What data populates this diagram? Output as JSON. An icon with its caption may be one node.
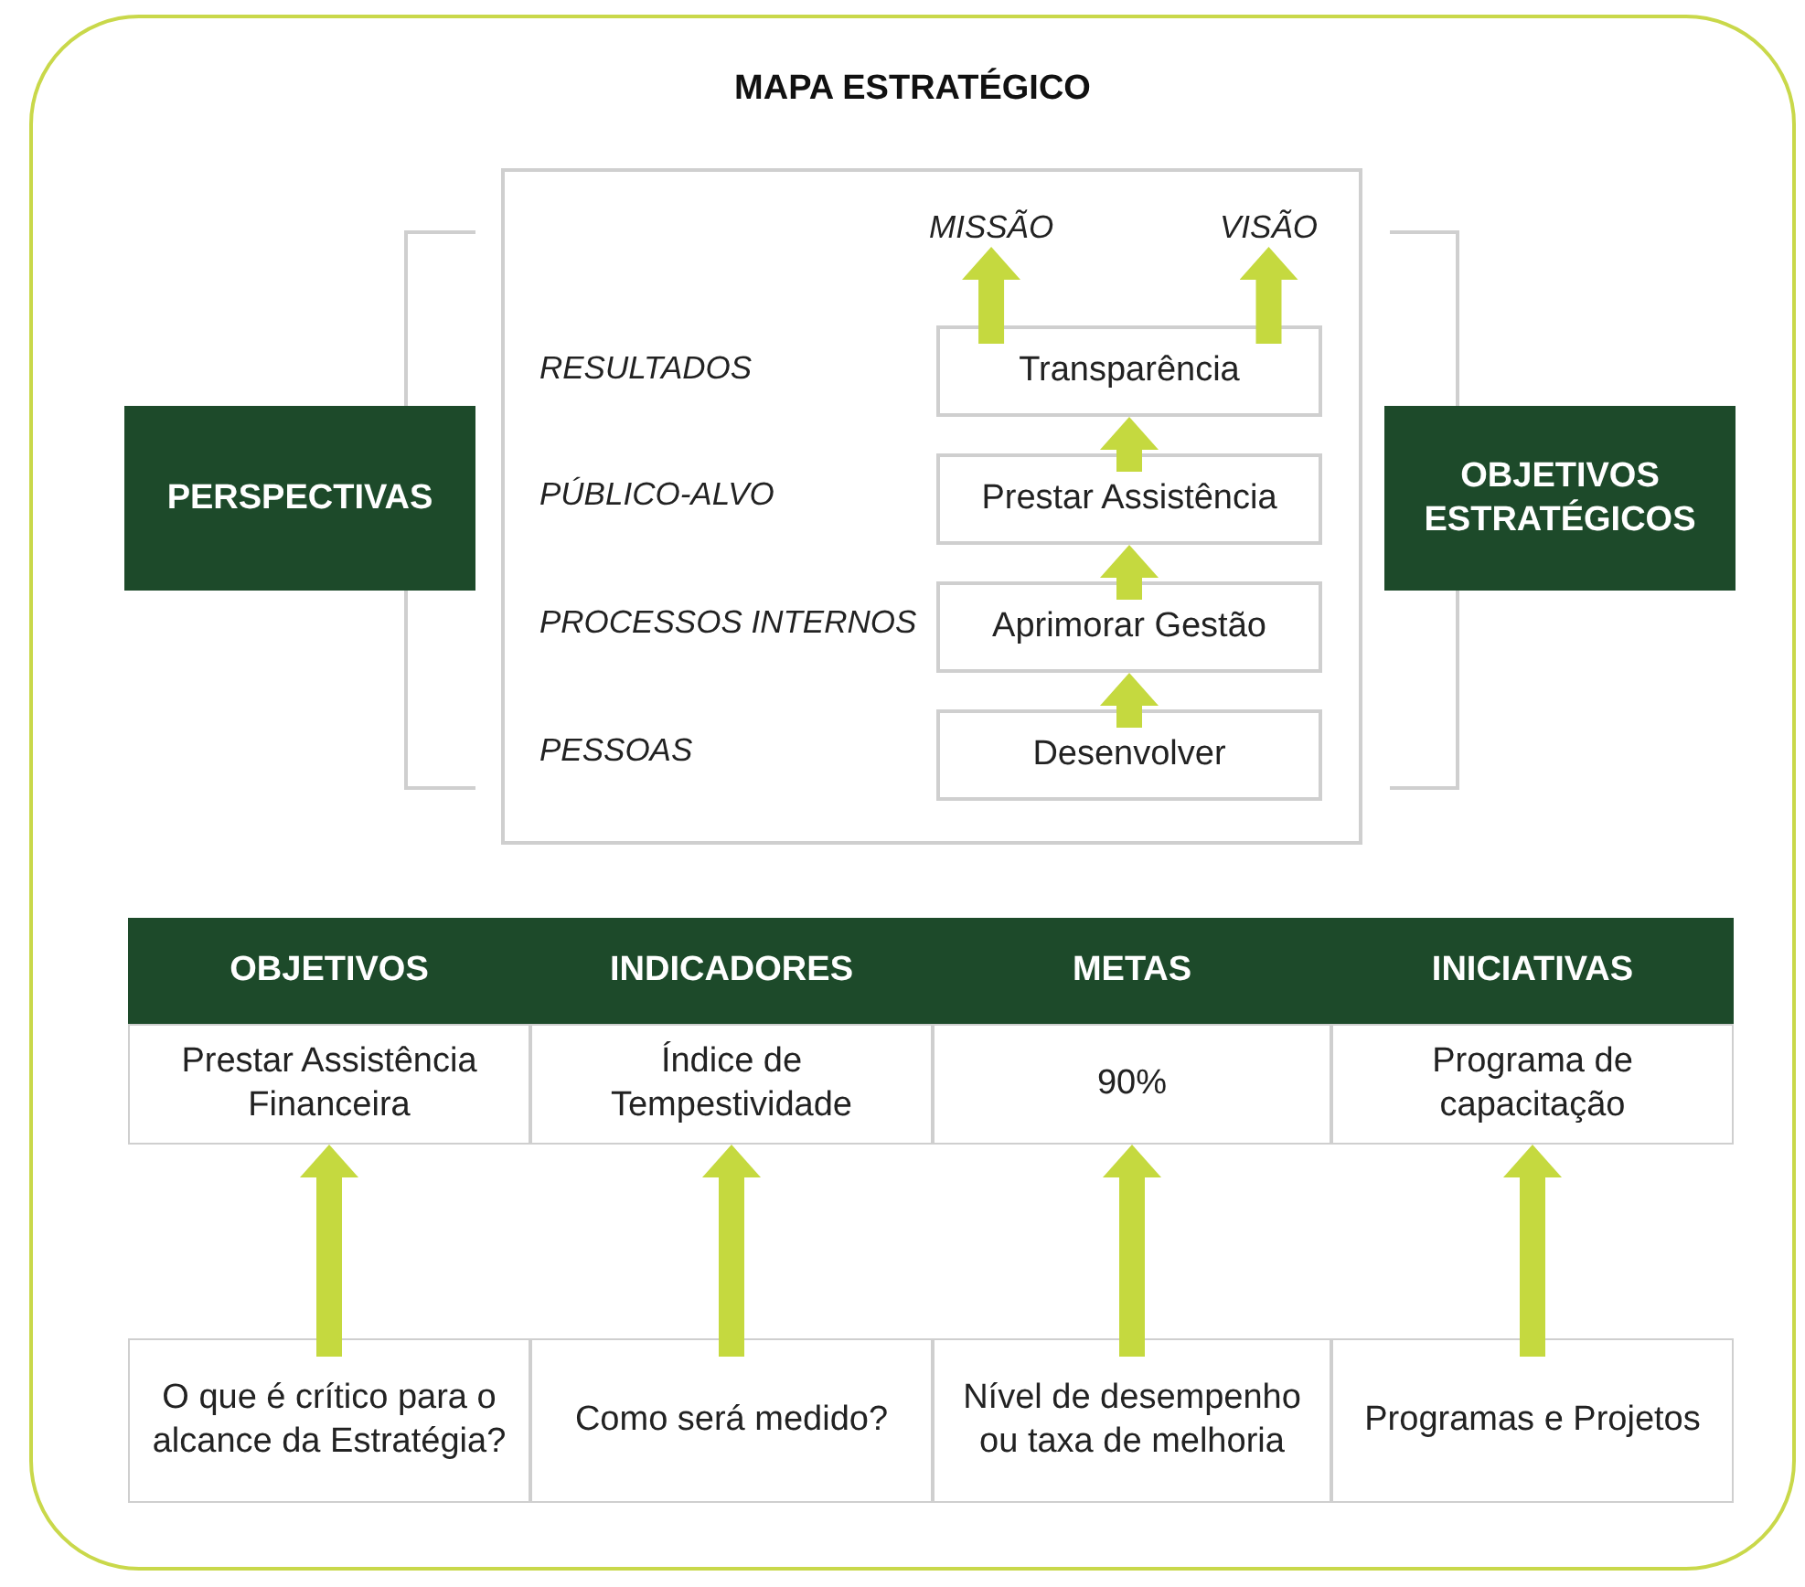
{
  "diagram": {
    "title": "MAPA ESTRATÉGICO",
    "nodes": [
      {
        "text": [
          "PERSPECTIVAS"
        ]
      },
      {
        "text": [],
        "shape": "box"
      },
      {
        "text": [
          "MISSÃO"
        ],
        "in": 1
      },
      {
        "text": [
          "VISÃO"
        ],
        "in": 1
      },
      {
        "text": [
          "Transparência"
        ],
        "in": 1
      },
      {
        "text": [
          "Prestar Assistência"
        ],
        "in": 1
      },
      {
        "text": [
          "Aprimorar Gestão"
        ],
        "in": 1
      },
      {
        "text": [
          "Desenvolver"
        ],
        "in": 1
      },
      {
        "text": [
          "OBJETIVOS ESTRATÉGICOS"
        ]
      },
      {
        "text": [
          "OBJETIVOS",
          "Prestar Assistência Financeira"
        ]
      },
      {
        "text": [
          "INDICADORES",
          "Índice de Tempestividade"
        ]
      },
      {
        "text": [
          "METAS",
          "90%"
        ]
      },
      {
        "text": [
          "INICIATIVAS",
          "Programa de capacitação"
        ]
      },
      {
        "text": [
          "O que é crítico para o alcance da Estratégia?"
        ]
      },
      {
        "text": [
          "Como será medido?"
        ]
      },
      {
        "text": [
          "Nível de desempenho ou taxa de melhoria"
        ]
      },
      {
        "text": [
          "Programas e Projetos"
        ]
      }
    ],
    "edges": [
      {
        "from": 4,
        "to": 2,
        "arrow": "to"
      },
      {
        "from": 4,
        "to": 3,
        "arrow": "to"
      },
      {
        "from": 5,
        "to": 4,
        "arrow": "to"
      },
      {
        "from": 6,
        "to": 5,
        "arrow": "to"
      },
      {
        "from": 7,
        "to": 6,
        "arrow": "to"
      },
      {
        "from": 13,
        "to": 9,
        "arrow": "to"
      },
      {
        "from": 14,
        "to": 10,
        "arrow": "to"
      },
      {
        "from": 15,
        "to": 11,
        "arrow": "to"
      },
      {
        "from": 16,
        "to": 12,
        "arrow": "to"
      }
    ],
    "labels": [
      "RESULTADOS",
      "PÚBLICO-ALVO",
      "PROCESSOS INTERNOS",
      "PESSOAS"
    ]
  }
}
